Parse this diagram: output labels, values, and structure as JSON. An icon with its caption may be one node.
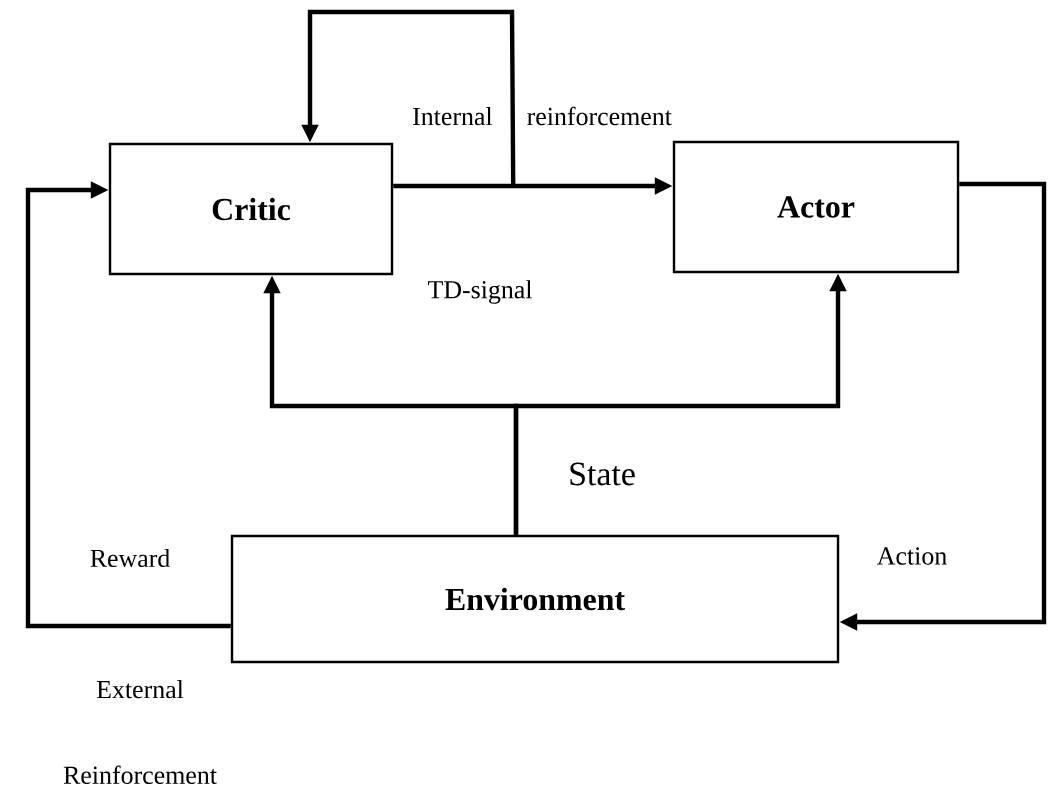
{
  "diagram": {
    "nodes": [
      {
        "text": [
          "Critic"
        ]
      },
      {
        "text": [
          "Actor"
        ]
      },
      {
        "text": [
          "Environment"
        ]
      }
    ],
    "edges": [
      {
        "from": 0,
        "to": 1,
        "arrow": "to",
        "label": "TD-signal"
      },
      {
        "from": 0,
        "to": 0,
        "arrow": "to",
        "label": "Internal reinforcement"
      },
      {
        "from": 2,
        "to": 0,
        "arrow": "to",
        "label": "State"
      },
      {
        "from": 2,
        "to": 1,
        "arrow": "to"
      },
      {
        "from": 1,
        "to": 2,
        "arrow": "to",
        "label": "Action"
      },
      {
        "from": 2,
        "to": 0,
        "arrow": "to",
        "label": "Reward"
      }
    ],
    "labels": [
      "External Reinforcement"
    ]
  }
}
